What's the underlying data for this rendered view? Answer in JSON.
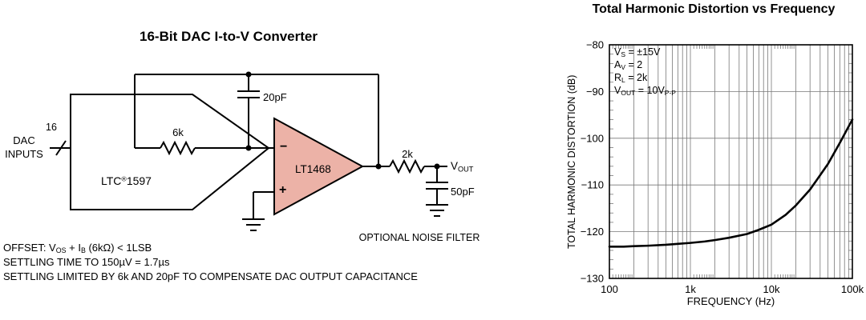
{
  "circuit": {
    "title": "16-Bit DAC I-to-V Converter",
    "labels": {
      "dac_inputs": "DAC\nINPUTS",
      "bus_width": "16",
      "feedback_resistor": "6k",
      "feedback_cap": "20pF",
      "dac_part": "LTC^®^1597",
      "opamp_minus": "−",
      "opamp_plus": "+",
      "opamp_part": "LT1468",
      "output_resistor": "2k",
      "output": "V~OUT~",
      "filter_cap": "50pF",
      "noise_filter": "OPTIONAL NOISE FILTER"
    },
    "notes": [
      "OFFSET: V~OS~ + I~B~ (6kΩ) < 1LSB",
      "SETTLING TIME TO 150µV = 1.7µs",
      "SETTLING LIMITED BY 6k AND 20pF TO COMPENSATE DAC OUTPUT CAPACITANCE"
    ],
    "opamp_fill": "#ecb2a7"
  },
  "chart_data": {
    "type": "line",
    "title": "Total Harmonic Distortion vs Frequency",
    "xlabel": "FREQUENCY (Hz)",
    "ylabel": "TOTAL HARMONIC DISTORTION (dB)",
    "x_scale": "log",
    "xlim": [
      100,
      100000
    ],
    "ylim": [
      -130,
      -80
    ],
    "grid": true,
    "legend": "none",
    "y_ticks": [
      -80,
      -90,
      -100,
      -110,
      -120,
      -130
    ],
    "y_tick_labels": [
      "−80",
      "−90",
      "−100",
      "−110",
      "−120",
      "−130"
    ],
    "x_ticks": [
      {
        "value": 100,
        "label": "100"
      },
      {
        "value": 1000,
        "label": "1k"
      },
      {
        "value": 10000,
        "label": "10k"
      },
      {
        "value": 100000,
        "label": "100k"
      }
    ],
    "conditions": [
      "V~S~ = ±15V",
      "A~V~ = 2",
      "R~L~ = 2k",
      "V~OUT~ = 10V~P-P~"
    ],
    "series": [
      {
        "name": "THD",
        "x": [
          100,
          150,
          200,
          300,
          500,
          700,
          1000,
          1500,
          2000,
          3000,
          5000,
          7000,
          10000,
          15000,
          20000,
          30000,
          50000,
          70000,
          100000
        ],
        "y": [
          -123.2,
          -123.2,
          -123.1,
          -123.0,
          -122.8,
          -122.6,
          -122.4,
          -122.1,
          -121.8,
          -121.3,
          -120.5,
          -119.6,
          -118.5,
          -116.4,
          -114.4,
          -111.0,
          -105.5,
          -101.0,
          -96.0
        ]
      }
    ]
  }
}
